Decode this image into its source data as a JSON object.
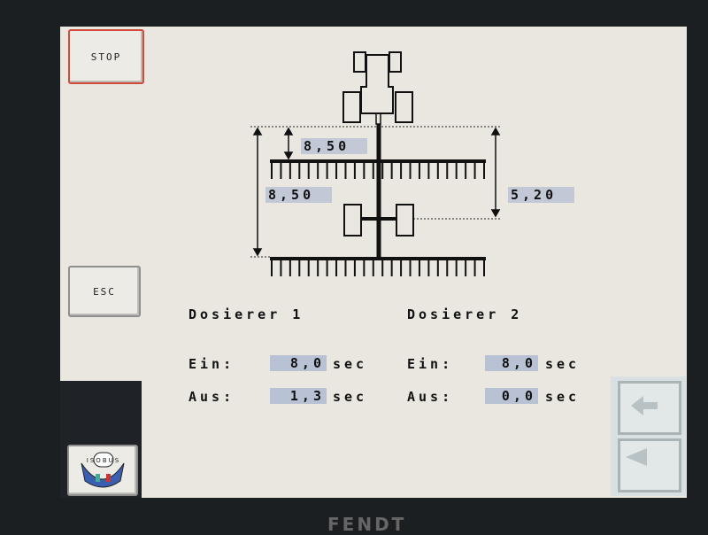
{
  "softkeys": {
    "stop": "STOP",
    "esc": "ESC",
    "isobus": "ISOBUS"
  },
  "diagram": {
    "top_distance": "8,50",
    "total_distance": "8,50",
    "wheel_distance": "5,20"
  },
  "dosierer1": {
    "title": "Dosierer 1",
    "ein_label": "Ein:",
    "ein_value": "8,0",
    "aus_label": "Aus:",
    "aus_value": "1,3",
    "unit": "sec"
  },
  "dosierer2": {
    "title": "Dosierer 2",
    "ein_label": "Ein:",
    "ein_value": "8,0",
    "aus_label": "Aus:",
    "aus_value": "0,0",
    "unit": "sec"
  },
  "brand": "FENDT"
}
